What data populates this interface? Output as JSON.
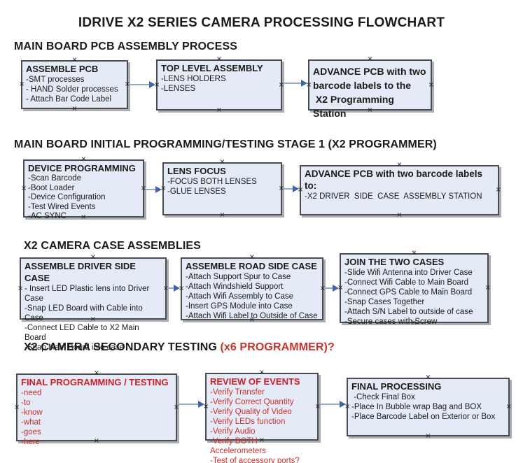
{
  "header": {
    "title": "IDRIVE X2  SERIES CAMERA PROCESSING FLOWCHART"
  },
  "headings": {
    "h1": "MAIN BOARD PCB ASSEMBLY PROCESS",
    "h2": "MAIN BOARD INITIAL PROGRAMMING/TESTING STAGE 1 (X2 PROGRAMMER)",
    "h3": "X2 CAMERA CASE ASSEMBLIES",
    "h4_black": "X2 CAMERA SECONDARY TESTING",
    "h4_red": "  (x6 PROGRAMMER)?"
  },
  "boxes": {
    "b1": {
      "title": "ASSEMBLE PCB",
      "items": [
        "-SMT processes",
        "- HAND Solder processes",
        "- Attach Bar Code Label"
      ]
    },
    "b2": {
      "title": "TOP LEVEL ASSEMBLY",
      "items": [
        "-LENS HOLDERS",
        "-LENSES"
      ]
    },
    "b3": {
      "title": "ADVANCE PCB with two\nbarcode labels to the\n X2 Programming Station",
      "items": []
    },
    "b4": {
      "title": "DEVICE PROGRAMMING",
      "items": [
        "-Scan Barcode",
        "-Boot Loader",
        "-Device Configuration",
        "-Test Wired Events",
        "-AC SYNC"
      ]
    },
    "b5": {
      "title": "LENS FOCUS",
      "items": [
        "-FOCUS BOTH LENSES",
        "-GLUE LENSES"
      ]
    },
    "b6": {
      "title": "ADVANCE PCB with two barcode labels to:",
      "items": [
        "-X2 DRIVER  SIDE  CASE  ASSEMBLY STATION"
      ]
    },
    "b7": {
      "title": "ASSEMBLE DRIVER SIDE CASE",
      "items": [
        "- Insert LED Plastic lens into Driver Case",
        "-Snap LED Board with Cable into Case",
        "-Connect LED Cable to X2 Main Board",
        "-Snap Main Board into case"
      ]
    },
    "b8": {
      "title": "ASSEMBLE ROAD SIDE CASE",
      "items": [
        "-Attach Support Spur to Case",
        "-Attach Windshield Support",
        "-Attach Wifi Assembly to Case",
        "-Insert GPS Module into Case",
        "-Attach Wifi Label to Outside of Case"
      ]
    },
    "b9": {
      "title": "JOIN THE TWO CASES",
      "items": [
        "-Slide Wifi Antenna into Driver Case",
        "-Connect Wifi Cable to Main Board",
        "-Connect GPS Cable to Main Board",
        "-Snap Cases Together",
        "-Attach S/N Label to outside of case",
        "-Secure cases with Screw"
      ]
    },
    "b10": {
      "title": "FINAL PROGRAMMING / TESTING",
      "items": [
        "-need",
        "-to",
        "-know",
        "-what",
        "-goes",
        "-here"
      ]
    },
    "b11": {
      "title": "REVIEW OF EVENTS",
      "items": [
        "-Verify Transfer",
        "-Verify Correct Quantity",
        "-Verify Quality of Video",
        "-Verify LEDs function",
        "-Verify Audio",
        "-Verify BOTH Accelerometers",
        "-Test of accessory ports?"
      ]
    },
    "b12": {
      "title": "FINAL PROCESSING",
      "items": [
        " -Check Final Box",
        "-Place In Bubble wrap Bag and BOX",
        "-Place Barcode Label on Exterior or Box"
      ]
    }
  },
  "icons": {
    "connection_point": "×"
  },
  "colors": {
    "box_fill": "#e4ebf6",
    "box_border": "#4b4b52",
    "box_shadow": "#abadb3",
    "arrow_line": "#92a9cb",
    "arrow_head": "#3f66a5",
    "red_text": "#c9302c",
    "black_text": "#1b1b1b"
  }
}
